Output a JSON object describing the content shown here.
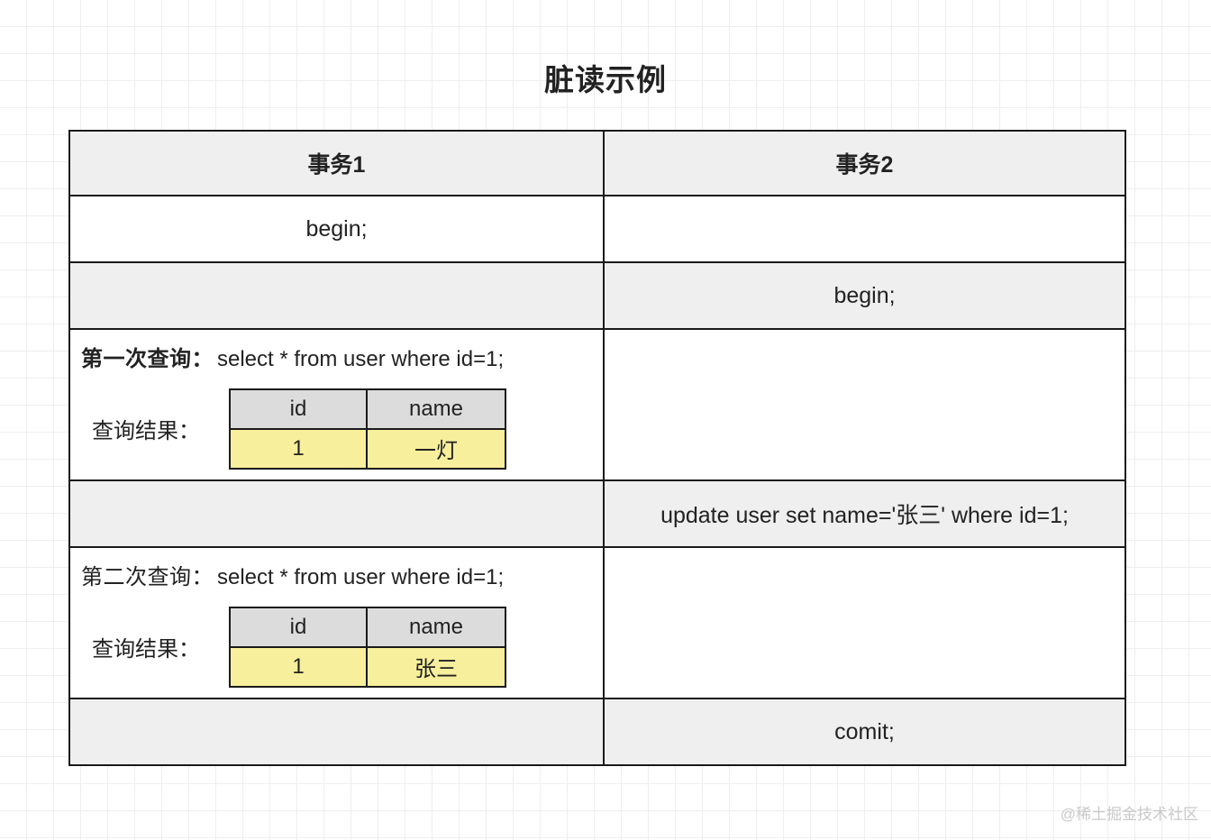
{
  "page": {
    "title": "脏读示例",
    "watermark": "@稀土掘金技术社区"
  },
  "table": {
    "headers": {
      "col1": "事务1",
      "col2": "事务2"
    },
    "rows": [
      {
        "id": "row-begin-t1",
        "col1": "begin;",
        "col2": "",
        "shaded": false
      },
      {
        "id": "row-begin-t2",
        "col1": "",
        "col2": "begin;",
        "shaded": true
      },
      {
        "id": "row-first-query",
        "query_label": "第一次查询：",
        "query_sql": "select * from user where id=1;",
        "result_label": "查询结果：",
        "col2": "",
        "shaded": false
      },
      {
        "id": "row-update",
        "col1": "",
        "col2": "update user set name='张三' where id=1;",
        "shaded": true
      },
      {
        "id": "row-second-query",
        "query_label": "第二次查询：",
        "query_sql": "select * from user where id=1;",
        "result_label": "查询结果：",
        "col2": "",
        "shaded": false
      },
      {
        "id": "row-commit",
        "col1": "",
        "col2": "comit;",
        "shaded": true
      }
    ]
  },
  "result_tables": {
    "first": {
      "columns": [
        "id",
        "name"
      ],
      "values": [
        "1",
        "一灯"
      ]
    },
    "second": {
      "columns": [
        "id",
        "name"
      ],
      "values": [
        "1",
        "张三"
      ]
    }
  },
  "colors": {
    "border": "#1a1a1a",
    "shaded_row": "#efefef",
    "result_header": "#dcdcdc",
    "result_row_highlight": "#f7ef9c",
    "result_border": "#8c8c78",
    "grid_line": "#eeeeee",
    "watermark": "#c9c9c9"
  }
}
